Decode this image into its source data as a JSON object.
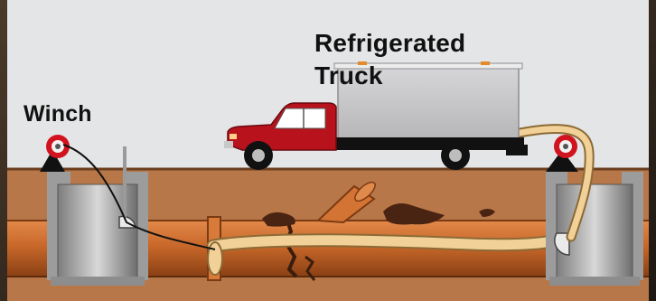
{
  "labels": {
    "winch": "Winch",
    "truck_line1": "Refrigerated",
    "truck_line2": "Truck"
  },
  "colors": {
    "sky": "#e4e5e6",
    "soil": "#b87748",
    "pipe": "#c8682a",
    "liner": "#f1d197",
    "truck_cab": "#b8121c",
    "truck_box": "#c9c9cb",
    "manhole": "#a9a9a9"
  },
  "icons": [
    "winch-pulley-icon",
    "truck-icon",
    "manhole-icon",
    "pulley-icon"
  ]
}
